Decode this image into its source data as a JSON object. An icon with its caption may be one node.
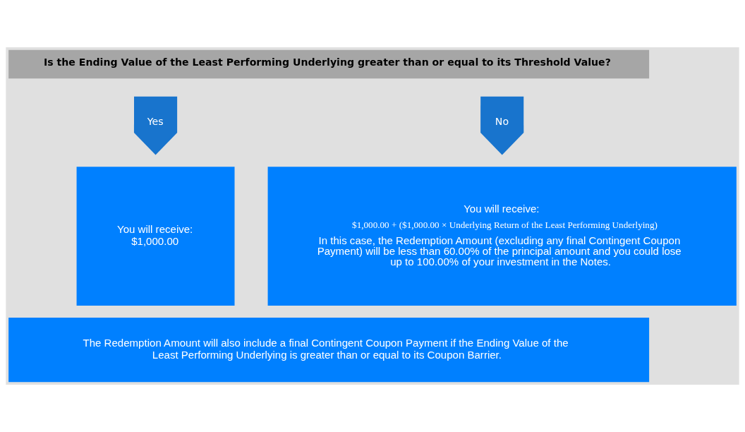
{
  "diagram": {
    "nodes": [
      {
        "text": [
          "Is the Ending Value of the Least Performing Underlying greater than or equal to its Threshold Value?"
        ]
      },
      {
        "text": [
          "Yes"
        ]
      },
      {
        "text": [
          "No"
        ]
      },
      {
        "text": [
          "You will receive: $1,000.00"
        ]
      },
      {
        "text": [
          "You will receive:",
          "$1,000.00 + ($1,000.00 × Underlying Return of the Least Performing Underlying)",
          "In this case, the Redemption Amount (excluding any final Contingent Coupon Payment) will be less than 60.00% of the principal amount and you could lose up to 100.00% of your investment in the Notes."
        ]
      },
      {
        "text": [
          "The Redemption Amount will also include a final Contingent Coupon Payment if the Ending Value of the Least Performing Underlying is greater than or equal to its Coupon Barrier."
        ]
      }
    ],
    "edges": []
  }
}
